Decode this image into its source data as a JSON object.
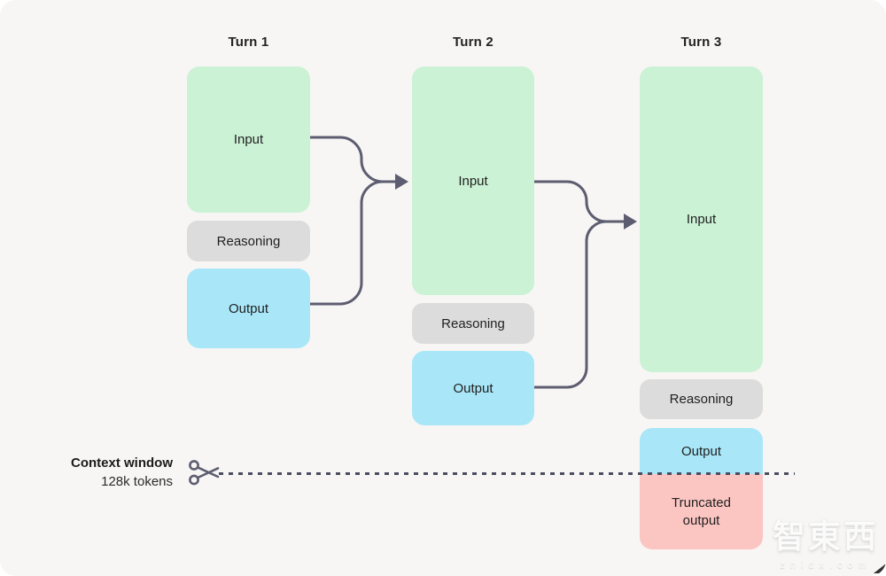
{
  "colors": {
    "bg": "#f7f6f4",
    "input_bg": "#cbf2d5",
    "reasoning_bg": "#dcdcdc",
    "output_bg": "#a9e7f8",
    "truncated_bg": "#fbc5c2",
    "arrow": "#5d5d71",
    "dash": "#4c4c60",
    "text": "#1f1f1f"
  },
  "turns": [
    {
      "label": "Turn 1",
      "input": "Input",
      "reasoning": "Reasoning",
      "output": "Output"
    },
    {
      "label": "Turn 2",
      "input": "Input",
      "reasoning": "Reasoning",
      "output": "Output"
    },
    {
      "label": "Turn 3",
      "input": "Input",
      "reasoning": "Reasoning",
      "output": "Output",
      "truncated": "Truncated output"
    }
  ],
  "context_window": {
    "title": "Context window",
    "subtitle": "128k tokens"
  },
  "watermark": {
    "logo": "智東西",
    "domain": "zhidx.com"
  }
}
